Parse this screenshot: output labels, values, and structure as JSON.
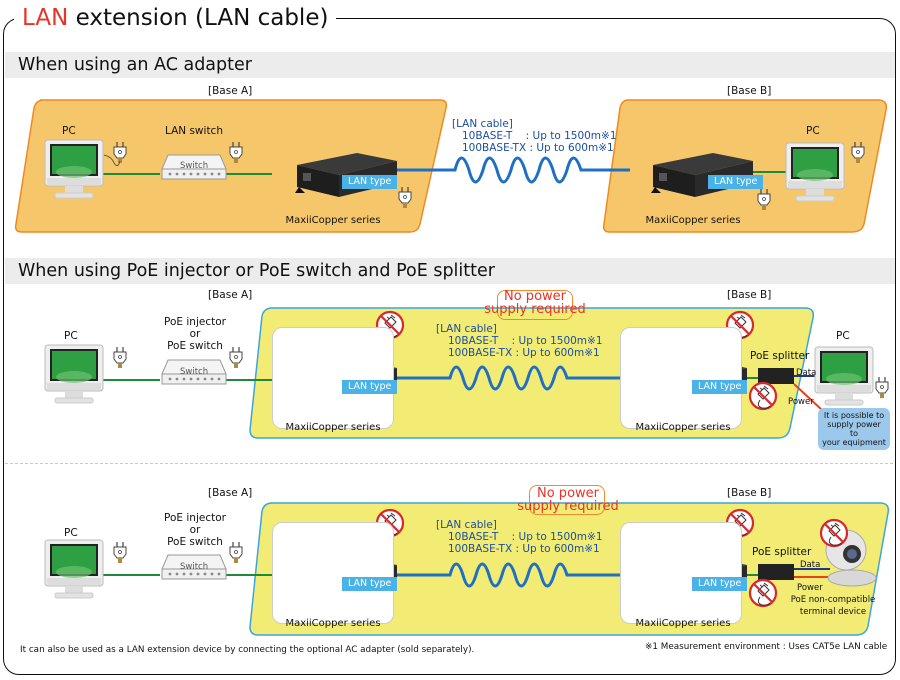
{
  "title": {
    "accent": "LAN",
    "rest": " extension (LAN cable)"
  },
  "sections": [
    {
      "heading": "When using an AC adapter",
      "base_a": "[Base A]",
      "base_b": "[Base B]",
      "pc_left": "PC",
      "switch_label": "LAN switch",
      "switch_text": "Switch",
      "device_series": "MaxiiCopper series",
      "lan_type": "LAN type",
      "cable_title": "[LAN cable]",
      "cable_line1": "10BASE-T    : Up to 1500m※1",
      "cable_line2": "100BASE-TX : Up to 600m※1",
      "pc_right": "PC"
    },
    {
      "heading": "When using PoE injector or PoE switch and PoE splitter",
      "base_a": "[Base A]",
      "base_b": "[Base B]",
      "pc_left": "PC",
      "injector_label": "PoE injector\nor\nPoE switch",
      "injector_l1": "PoE injector",
      "injector_l2": "or",
      "injector_l3": "PoE switch",
      "switch_text": "Switch",
      "no_power_l1": "No power",
      "no_power_l2": "supply required",
      "cable_title": "[LAN cable]",
      "cable_line1": "10BASE-T    : Up to 1500m※1",
      "cable_line2": "100BASE-TX : Up to 600m※1",
      "device_series": "MaxiiCopper series",
      "lan_type": "LAN type",
      "splitter": "PoE splitter",
      "data": "Data",
      "power": "Power",
      "pc_right": "PC",
      "callout_l1": "It is possible to",
      "callout_l2": "supply power to",
      "callout_l3": "your equipment"
    },
    {
      "base_a": "[Base A]",
      "base_b": "[Base B]",
      "pc_left": "PC",
      "injector_l1": "PoE injector",
      "injector_l2": "or",
      "injector_l3": "PoE switch",
      "switch_text": "Switch",
      "no_power_l1": "No power",
      "no_power_l2": "supply required",
      "cable_title": "[LAN cable]",
      "cable_line1": "10BASE-T    : Up to 1500m※1",
      "cable_line2": "100BASE-TX : Up to 600m※1",
      "device_series": "MaxiiCopper series",
      "lan_type": "LAN type",
      "splitter": "PoE splitter",
      "data": "Data",
      "power": "Power",
      "terminal_l1": "PoE non-compatible",
      "terminal_l2": "terminal device"
    }
  ],
  "footnote_left": "It can also be used as a LAN extension device by connecting the optional AC adapter (sold separately).",
  "footnote_right": "※1 Measurement environment : Uses CAT5e LAN cable",
  "colors": {
    "accent_red": "#e8332a",
    "orange_zone": "#f6c76a",
    "orange_border": "#ef8a22",
    "yellow_zone": "#f2ec74",
    "blue_border": "#3aa6dc",
    "lan_blue": "#1f6fc4",
    "green_cable": "#1d8a3c",
    "lan_tag": "#4ab2e6",
    "callout": "#9cc8ec"
  }
}
